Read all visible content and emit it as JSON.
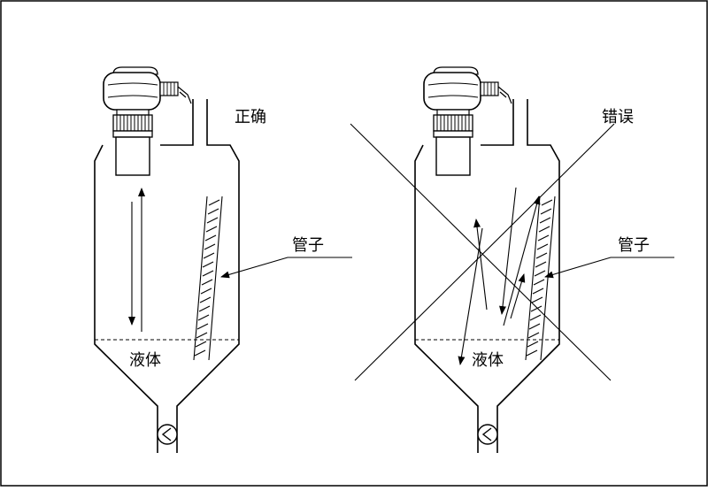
{
  "left_panel": {
    "status_label": "正确",
    "pipe_label": "管子",
    "liquid_label": "液体"
  },
  "right_panel": {
    "status_label": "错误",
    "pipe_label": "管子",
    "liquid_label": "液体"
  },
  "colors": {
    "stroke": "#000000",
    "background": "#ffffff"
  },
  "icons": [
    "ultrasonic-sensor-icon",
    "valve-icon"
  ]
}
